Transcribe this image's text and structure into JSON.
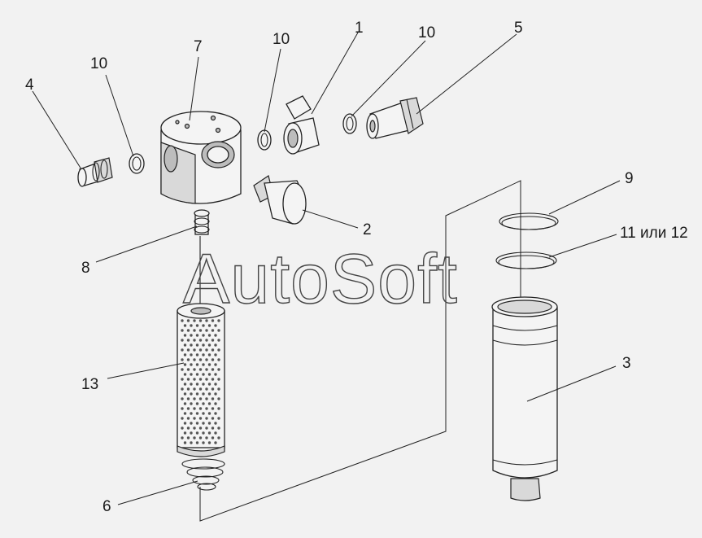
{
  "labels": {
    "l1": "1",
    "l2": "2",
    "l3": "3",
    "l4": "4",
    "l5": "5",
    "l6": "6",
    "l7": "7",
    "l8": "8",
    "l9": "9",
    "l10a": "10",
    "l10b": "10",
    "l10c": "10",
    "l11": "11 или 12",
    "l13": "13"
  },
  "watermark": "AutoSoft"
}
